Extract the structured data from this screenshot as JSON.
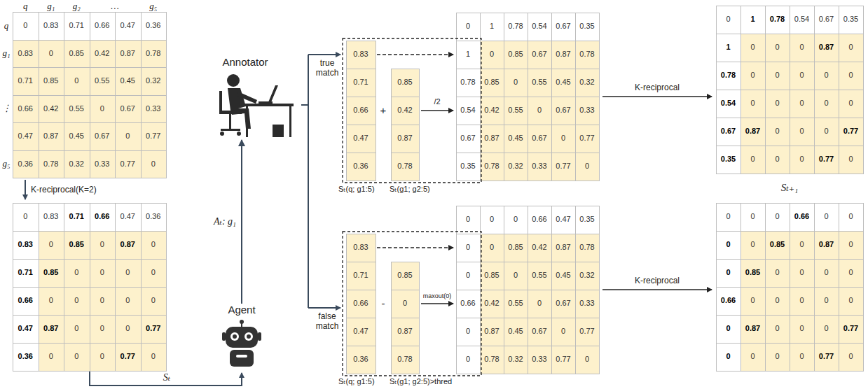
{
  "diagram": {
    "nodes": [
      {
        "text": [
          "Annotator"
        ]
      },
      {
        "text": [
          "Agent"
        ]
      }
    ],
    "edges": [
      {
        "from": 1,
        "to": 0,
        "arrow": "to",
        "label": "Aₜ: g₁"
      }
    ],
    "labels": [
      "q",
      "g₁",
      "g₂",
      "…",
      "g₅",
      "q",
      "g₁",
      "⋮",
      "g₅",
      "0",
      "0.83",
      "0.71",
      "0.66",
      "0.47",
      "0.36",
      "0.83",
      "0",
      "0.85",
      "0.42",
      "0.87",
      "0.78",
      "0.71",
      "0.85",
      "0",
      "0.55",
      "0.45",
      "0.32",
      "0.66",
      "0.42",
      "0.55",
      "0",
      "0.67",
      "0.33",
      "0.47",
      "0.87",
      "0.45",
      "0.67",
      "0",
      "0.77",
      "0.36",
      "0.78",
      "0.32",
      "0.33",
      "0.77",
      "0",
      "K-reciprocal(K=2)",
      "0",
      "0.83",
      "0.71",
      "0.66",
      "0.47",
      "0.36",
      "0.83",
      "0",
      "0.85",
      "0",
      "0.87",
      "0",
      "0.71",
      "0.85",
      "0",
      "0",
      "0",
      "0",
      "0.66",
      "0",
      "0",
      "0",
      "0",
      "0",
      "0.47",
      "0.87",
      "0",
      "0",
      "0",
      "0.77",
      "0.36",
      "0",
      "0",
      "0",
      "0.77",
      "0",
      "Sₜ",
      "true match",
      "0.83",
      "0.71",
      "0.66",
      "0.47",
      "0.36",
      "+",
      "0.85",
      "0.42",
      "0.87",
      "0.78",
      "/2",
      "0",
      "1",
      "0.78",
      "0.54",
      "0.67",
      "0.35",
      "1",
      "0",
      "0.85",
      "0.67",
      "0.87",
      "0.78",
      "0.78",
      "0.85",
      "0",
      "0.55",
      "0.45",
      "0.32",
      "0.54",
      "0.42",
      "0.55",
      "0",
      "0.67",
      "0.33",
      "0.67",
      "0.87",
      "0.45",
      "0.67",
      "0",
      "0.77",
      "0.35",
      "0.78",
      "0.32",
      "0.33",
      "0.77",
      "0",
      "Sₜ(q; g1:5)",
      "Sₜ(g1; g2:5)",
      "K-reciprocal",
      "0",
      "1",
      "0.78",
      "0.54",
      "0.67",
      "0.35",
      "1",
      "0",
      "0",
      "0",
      "0.87",
      "0",
      "0.78",
      "0",
      "0",
      "0",
      "0",
      "0",
      "0.54",
      "0",
      "0",
      "0",
      "0",
      "0",
      "0.67",
      "0.87",
      "0",
      "0",
      "0",
      "0.77",
      "0.35",
      "0",
      "0",
      "0",
      "0.77",
      "0",
      "Sₜ₊₁",
      "false match",
      "0.83",
      "0.71",
      "0.66",
      "0.47",
      "0.36",
      "-",
      "0.85",
      "0",
      "0.87",
      "0.78",
      "maxout(0)",
      "0",
      "0",
      "0",
      "0.66",
      "0.47",
      "0.35",
      "0",
      "0",
      "0.85",
      "0.42",
      "0.87",
      "0.78",
      "0",
      "0.85",
      "0",
      "0.55",
      "0.45",
      "0.32",
      "0.66",
      "0.42",
      "0.55",
      "0",
      "0.67",
      "0.33",
      "0",
      "0.87",
      "0.45",
      "0.67",
      "0",
      "0.77",
      "0",
      "0.78",
      "0.32",
      "0.33",
      "0.77",
      "0",
      "Sₜ(q; g1:5)",
      "Sₜ(g1; g2:5)>thred",
      "K-reciprocal",
      "0",
      "0",
      "0",
      "0.66",
      "0",
      "0",
      "0",
      "0",
      "0.85",
      "0",
      "0.87",
      "0",
      "0",
      "0.85",
      "0",
      "0",
      "0",
      "0",
      "0.66",
      "0",
      "0",
      "0",
      "0",
      "0",
      "0",
      "0.87",
      "0",
      "0",
      "0",
      "0.77",
      "0",
      "0",
      "0",
      "0",
      "0.77",
      "0"
    ]
  }
}
